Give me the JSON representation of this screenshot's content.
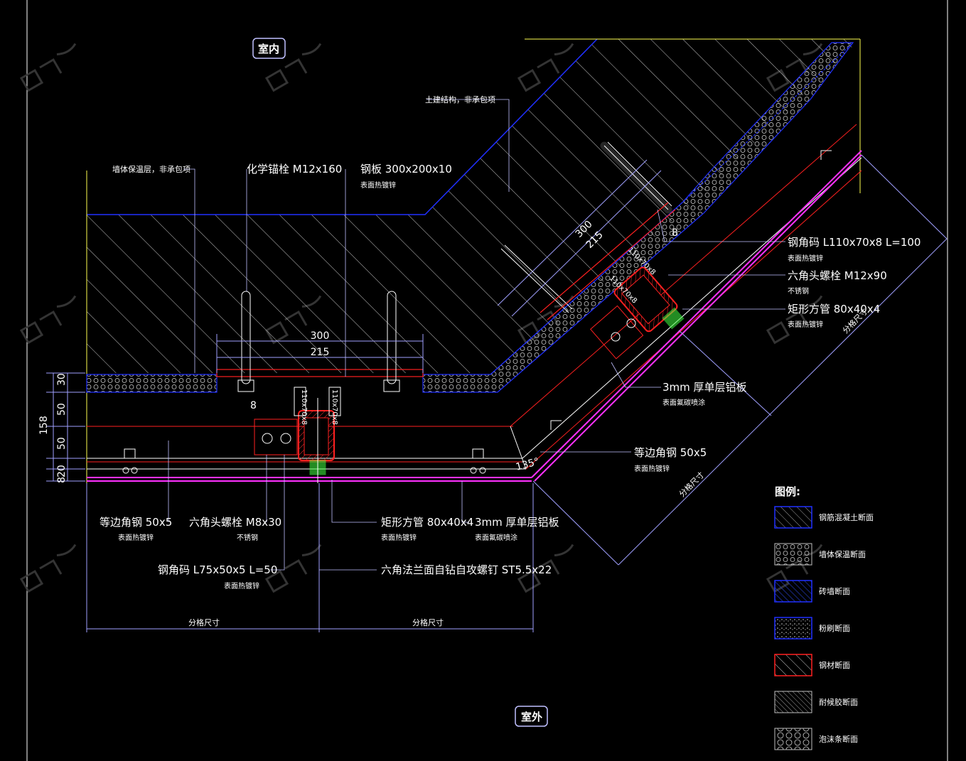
{
  "tags": {
    "indoor": "室内",
    "outdoor": "室外"
  },
  "labels": {
    "civil": "土建结构，非承包项",
    "insulation": "墙体保温层，非承包项",
    "anchor": "化学锚栓 M12x160",
    "plate_a": "钢板 300x200x10",
    "plate_b": "表面热镀锌",
    "corner_bracket_a": "钢角码 L110x70x8 L=100",
    "corner_bracket_b": "表面热镀锌",
    "hex_bolt_a": "六角头螺栓 M12x90",
    "hex_bolt_b": "不锈钢",
    "tube_r_a": "矩形方管 80x40x4",
    "tube_r_b": "表面热镀锌",
    "alu_r_a": "3mm 厚单层铝板",
    "alu_r_b": "表面氟碳喷涂",
    "angle_r_a": "等边角钢 50x5",
    "angle_r_b": "表面热镀锌",
    "angle_l_a": "等边角钢 50x5",
    "angle_l_b": "表面热镀锌",
    "bolt_m8_a": "六角头螺栓 M8x30",
    "bolt_m8_b": "不锈钢",
    "tube_l_a": "矩形方管 80x40x4",
    "tube_l_b": "表面热镀锌",
    "alu_l_a": "3mm 厚单层铝板",
    "alu_l_b": "表面氟碳喷涂",
    "bracket_l_a": "钢角码 L75x50x5 L=50",
    "bracket_l_b": "表面热镀锌",
    "screw": "六角法兰面自钻自攻螺钉 ST5.5x22",
    "grid1": "分格尺寸",
    "grid2": "分格尺寸",
    "grid3": "分格尺寸",
    "grid4": "分格尺寸"
  },
  "dims": {
    "d300_l": "300",
    "d215_l": "215",
    "d8_l": "8",
    "d300_r": "300",
    "d215_r": "215",
    "d8_r": "8",
    "v30": "30",
    "v50a": "50",
    "v50b": "50",
    "v20": "20",
    "v8": "8",
    "v158": "158",
    "angle": "135°",
    "tube_small_1": "110x70x8",
    "tube_small_2": "110x70x8",
    "tube_small_3": "110x70x8",
    "tube_small_4": "110x70x8"
  },
  "legend": {
    "title": "图例:",
    "items": [
      {
        "label": "钢筋混凝土断面",
        "color": "#2030ff"
      },
      {
        "label": "墙体保温断面",
        "color": "#c0c0c0"
      },
      {
        "label": "砖墙断面",
        "color": "#2030ff"
      },
      {
        "label": "粉刷断面",
        "color": "#2030ff"
      },
      {
        "label": "钢材断面",
        "color": "#ff2020"
      },
      {
        "label": "耐候胶断面",
        "color": "#c0c0c0"
      },
      {
        "label": "泡沫条断面",
        "color": "#c0c0c0"
      }
    ]
  },
  "colors": {
    "concrete": "#2030ff",
    "hatch": "#d0d0d0",
    "steel": "#ff2020",
    "panel": "#ff30ff",
    "dim": "#a0a0ff",
    "yellow": "#ffff50",
    "green": "#40ff40"
  }
}
